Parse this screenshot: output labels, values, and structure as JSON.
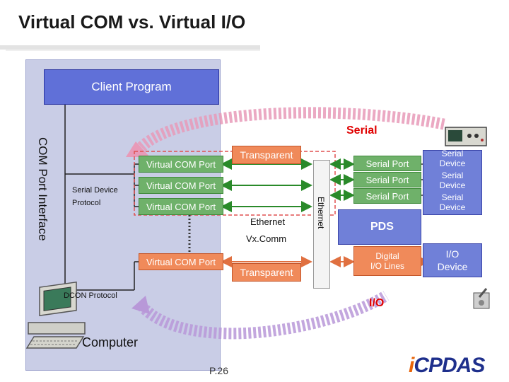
{
  "title": "Virtual COM vs. Virtual I/O",
  "client_program": "Client Program",
  "com_port_interface": "COM Port Interface",
  "serial_label": "Serial",
  "io_label": "I/O",
  "virtual_com_ports": [
    "Virtual COM Port",
    "Virtual COM Port",
    "Virtual COM Port",
    "Virtual COM Port"
  ],
  "serial_device_protocol": [
    "Serial Device",
    "Protocol"
  ],
  "dcon_protocol": "DCON Protocol",
  "transparent_top": "Transparent",
  "transparent_bottom": "Transparent",
  "ethernet_vx": [
    "Ethernet",
    "Vx.Comm"
  ],
  "ethernet_bar": "Ethernet",
  "serial_ports": [
    "Serial Port",
    "Serial Port",
    "Serial Port"
  ],
  "pds": "PDS",
  "digital_io": [
    "Digital",
    "I/O Lines"
  ],
  "serial_devices": [
    [
      "Serial",
      "Device"
    ],
    [
      "Serial",
      "Device"
    ],
    [
      "Serial",
      "Device"
    ]
  ],
  "io_device": [
    "I/O",
    "Device"
  ],
  "computer": "Computer",
  "page_number": "P.26",
  "logo": {
    "prefix": "i",
    "middle": "CPDAS"
  },
  "icons": [
    "computer-icon",
    "oscilloscope-icon",
    "pds-module-icon",
    "toggle-switch-icon"
  ],
  "colors": {
    "client": "#6070d8",
    "green": "#6fb16a",
    "orange": "#f08a5a",
    "serial_arrow": "#e89ab8",
    "io_arrow": "#b898d8"
  }
}
